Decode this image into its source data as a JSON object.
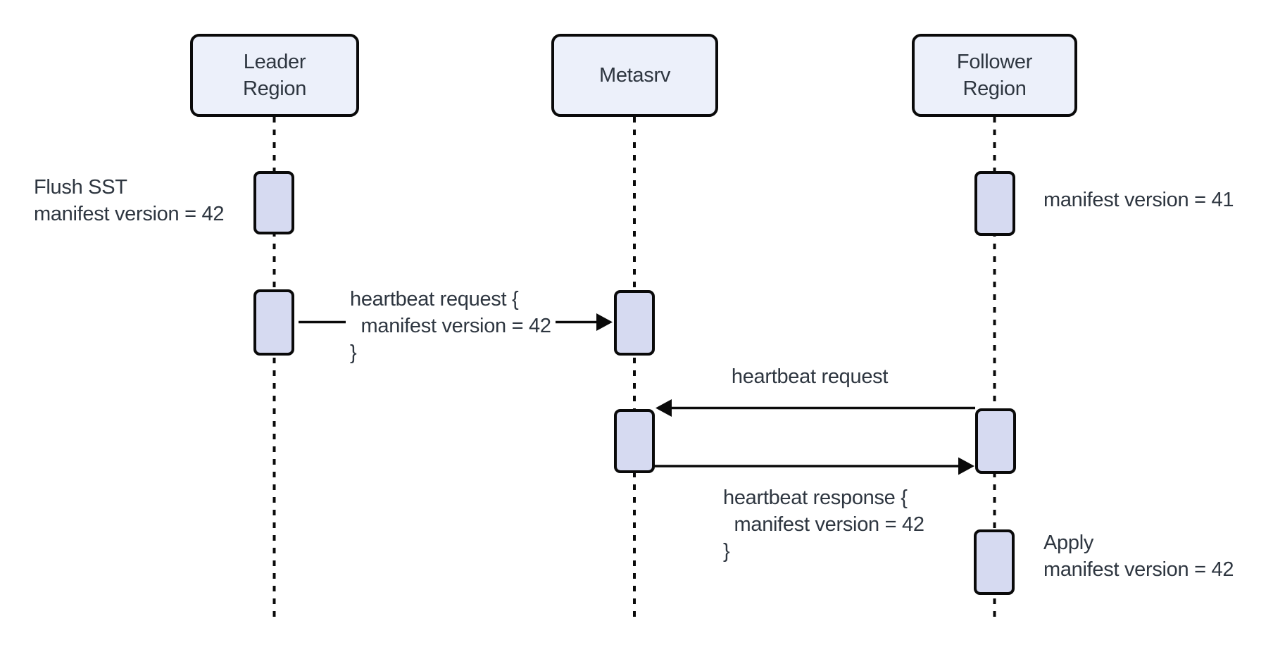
{
  "diagram_type": "sequence-diagram",
  "colors": {
    "background": "#FFFFFF",
    "participant_fill": "#ECF0FA",
    "activation_fill": "#D6DAF1",
    "line": "#0A0A0A",
    "text": "#2E3640"
  },
  "participants": [
    {
      "id": "leader-region",
      "label": "Leader\nRegion"
    },
    {
      "id": "metasrv",
      "label": "Metasrv"
    },
    {
      "id": "follower-region",
      "label": "Follower\nRegion"
    }
  ],
  "messages": [
    {
      "from": "Leader Region",
      "to": "Metasrv",
      "label": "heartbeat request {\n  manifest version = 42\n}"
    },
    {
      "from": "Follower Region",
      "to": "Metasrv",
      "label": "heartbeat request"
    },
    {
      "from": "Metasrv",
      "to": "Follower Region",
      "label": "heartbeat response {\n  manifest version = 42\n}"
    }
  ],
  "annotations": [
    {
      "target": "Leader Region",
      "label": "Flush SST\nmanifest version = 42"
    },
    {
      "target": "Follower Region",
      "label": "manifest version = 41"
    },
    {
      "target": "Follower Region",
      "label": "Apply\nmanifest version = 42"
    }
  ]
}
